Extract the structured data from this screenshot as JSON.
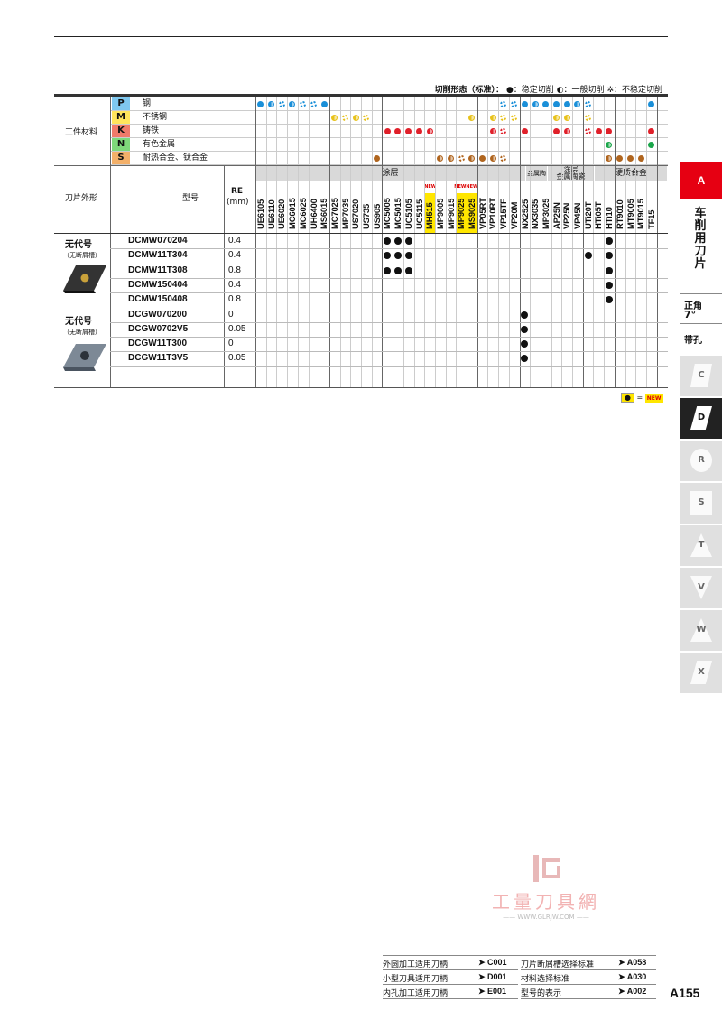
{
  "legend": {
    "title": "切削形态（标准）：",
    "stable": "：稳定切削",
    "general": "：一般切削",
    "unstable": "：不稳定切削"
  },
  "header": {
    "workpiece": "工件材料",
    "shape": "刀片外形",
    "model": "型号",
    "re": "RE",
    "re_unit": "(mm)",
    "group_coating": "涂层",
    "group_pcd": "金属陶",
    "group_cermet_1": "涂层",
    "group_cermet_2": "金属陶瓷",
    "group_carbide": "硬质合金"
  },
  "materials": [
    {
      "code": "P",
      "name": "钢",
      "color": "#7fc8ef"
    },
    {
      "code": "M",
      "name": "不锈钢",
      "color": "#ffe45c"
    },
    {
      "code": "K",
      "name": "铸铁",
      "color": "#f07a6a"
    },
    {
      "code": "N",
      "name": "有色金属",
      "color": "#7ed87a"
    },
    {
      "code": "S",
      "name": "耐热合金、钛合金",
      "color": "#f3b069"
    }
  ],
  "grades": [
    "UE6105",
    "UE6110",
    "UE6020",
    "MC6015",
    "MC6025",
    "UH6400",
    "MS6015",
    "MC7025",
    "MP7035",
    "US7020",
    "US735",
    "US905",
    "MC5005",
    "MC5015",
    "UC5105",
    "UC5115",
    "MH515",
    "MP9005",
    "MP9015",
    "MP9025",
    "MS9025",
    "VP05RT",
    "VP10RT",
    "VP15TF",
    "VP20M",
    "NX2525",
    "NX3035",
    "MP3025",
    "AP25N",
    "VP25N",
    "VP45N",
    "UTi20T",
    "HTi05T",
    "HTi10",
    "RT9010",
    "MT9005",
    "MT9015",
    "TF15"
  ],
  "new_tags": [
    "NEW",
    "NEWNEW"
  ],
  "groups": {
    "shape1_title": "无代号",
    "shape1_sub": "（无断屑槽）",
    "shape2_title": "无代号",
    "shape2_sub": "（无断屑槽）"
  },
  "rows": [
    {
      "model": "DCMW070204",
      "re": "0.4"
    },
    {
      "model": "DCMW11T304",
      "re": "0.4"
    },
    {
      "model": "DCMW11T308",
      "re": "0.8"
    },
    {
      "model": "DCMW150404",
      "re": "0.4"
    },
    {
      "model": "DCMW150408",
      "re": "0.8"
    },
    {
      "model": "DCGW070200",
      "re": "0"
    },
    {
      "model": "DCGW0702V5",
      "re": "0.05"
    },
    {
      "model": "DCGW11T300",
      "re": "0"
    },
    {
      "model": "DCGW11T3V5",
      "re": "0.05"
    }
  ],
  "new_key": {
    "eq": "=",
    "label": "NEW"
  },
  "sidebar": {
    "a": "A",
    "title": "车削用刀片",
    "angle_label": "正角",
    "angle_value": "7°",
    "hole": "带孔",
    "tabs": [
      "C",
      "D",
      "R",
      "S",
      "T",
      "V",
      "W",
      "X"
    ]
  },
  "watermark": {
    "logo": "工量刀具網",
    "url": "—— WWW.GLRJW.COM ——"
  },
  "refs": [
    {
      "label": "外圆加工适用刀柄",
      "page": "C001"
    },
    {
      "label": "刀片断屑槽选择标准",
      "page": "A058"
    },
    {
      "label": "小型刀具适用刀柄",
      "page": "D001"
    },
    {
      "label": "材料选择标准",
      "page": "A030"
    },
    {
      "label": "内孔加工适用刀柄",
      "page": "E001"
    },
    {
      "label": "型号的表示",
      "page": "A002"
    }
  ],
  "page_number": "A155",
  "colors": {
    "p": "#1a8fd8",
    "m": "#e8c21a",
    "k": "#e0202a",
    "n": "#1aa64a",
    "s": "#b0651e",
    "new": "#ffe600",
    "accent": "#e60012"
  }
}
